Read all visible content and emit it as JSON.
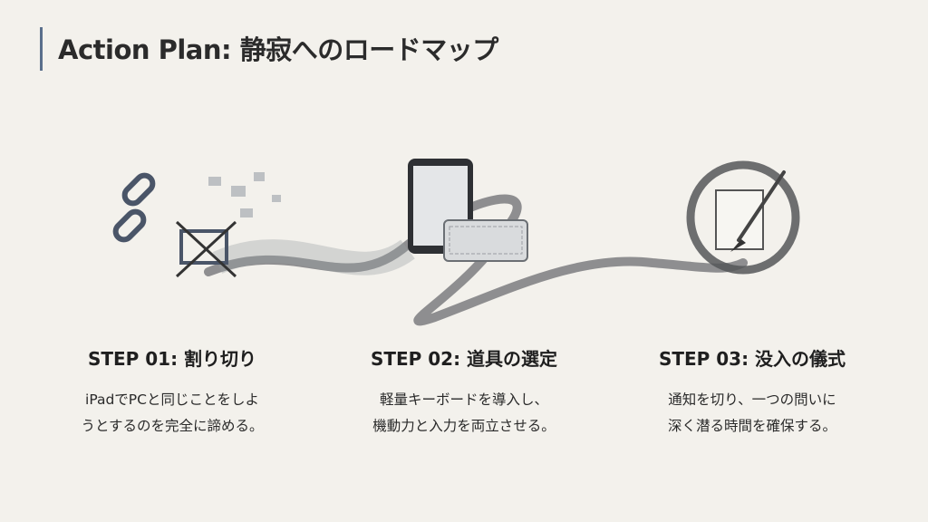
{
  "title": "Action Plan: 静寂へのロードマップ",
  "steps": [
    {
      "heading": "STEP 01: 割り切り",
      "line1": "iPadでPCと同じことをしよ",
      "line2": "うとするのを完全に諦める。"
    },
    {
      "heading": "STEP 02: 道具の選定",
      "line1": "軽量キーボードを導入し、",
      "line2": "機動力と入力を両立させる。"
    },
    {
      "heading": "STEP 03: 没入の儀式",
      "line1": "通知を切り、一つの問いに",
      "line2": "深く潜る時間を確保する。"
    }
  ]
}
